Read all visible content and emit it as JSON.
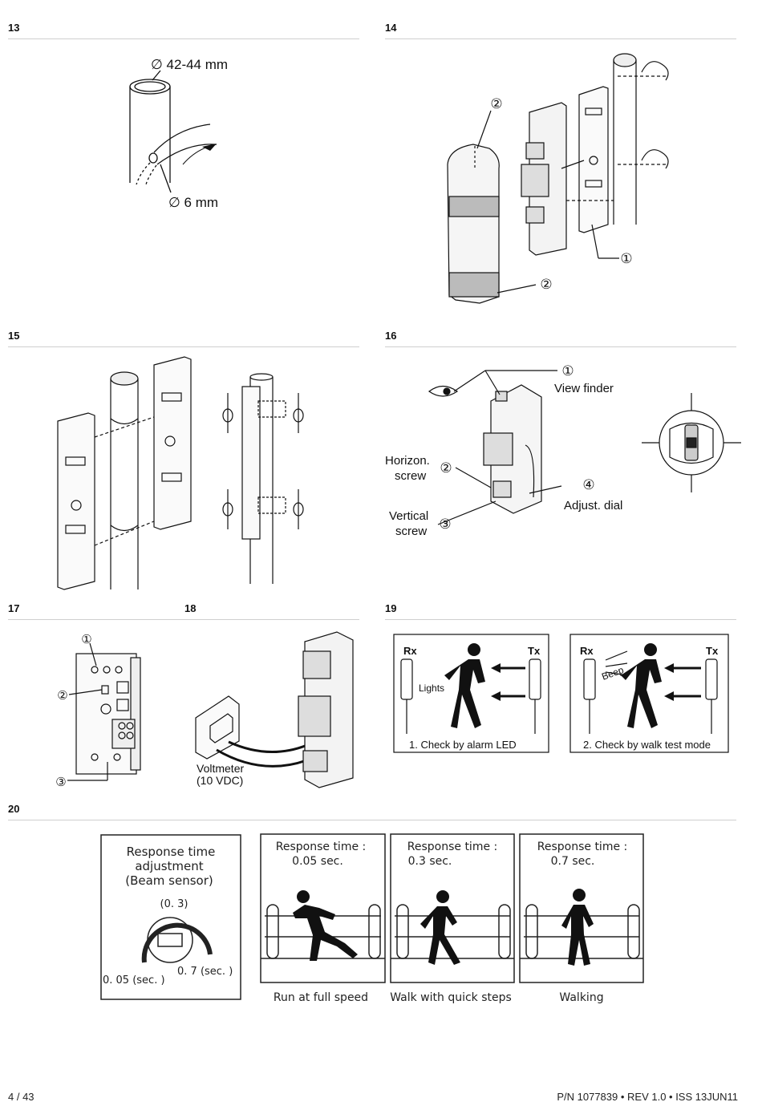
{
  "sections": {
    "s13": {
      "num": "13",
      "dia_outer": "∅ 42-44 mm",
      "dia_inner": "∅ 6 mm"
    },
    "s14": {
      "num": "14",
      "c1": "①",
      "c2": "②"
    },
    "s15": {
      "num": "15"
    },
    "s16": {
      "num": "16",
      "c1": "①",
      "c2": "②",
      "c3": "③",
      "c4": "④",
      "view_finder": "View finder",
      "horizon_1": "Horizon.",
      "horizon_2": "screw",
      "vertical_1": "Vertical",
      "vertical_2": "screw",
      "adjust_dial": "Adjust. dial"
    },
    "s17": {
      "num": "17",
      "c1": "①",
      "c2": "②",
      "c3": "③"
    },
    "s18": {
      "num": "18",
      "voltmeter_1": "Voltmeter",
      "voltmeter_2": "(10 VDC)"
    },
    "s19": {
      "num": "19",
      "rx": "Rx",
      "tx": "Tx",
      "lights": "Lights",
      "beep": "Beep",
      "caption1": "1. Check by alarm LED",
      "caption2": "2. Check by walk test mode"
    },
    "s20": {
      "num": "20",
      "adj_title_1": "Response time",
      "adj_title_2": "adjustment",
      "adj_title_3": "(Beam sensor)",
      "dial_mid": "(0. 3)",
      "dial_low": "0. 05 (sec. )",
      "dial_high": "0. 7 (sec. )",
      "panels": [
        {
          "title": "Response time :",
          "value": "0.05 sec.",
          "caption": "Run at full speed"
        },
        {
          "title": "Response time :",
          "value": "0.3 sec.",
          "caption": "Walk with quick steps"
        },
        {
          "title": "Response time :",
          "value": "0.7 sec.",
          "caption": "Walking"
        }
      ]
    }
  },
  "footer": {
    "page": "4 / 43",
    "part": "P/N 1077839 • REV 1.0 • ISS 13JUN11"
  },
  "colors": {
    "ink": "#111111",
    "rule": "#cfcfcf",
    "grey_fill": "#d9d9d9"
  }
}
